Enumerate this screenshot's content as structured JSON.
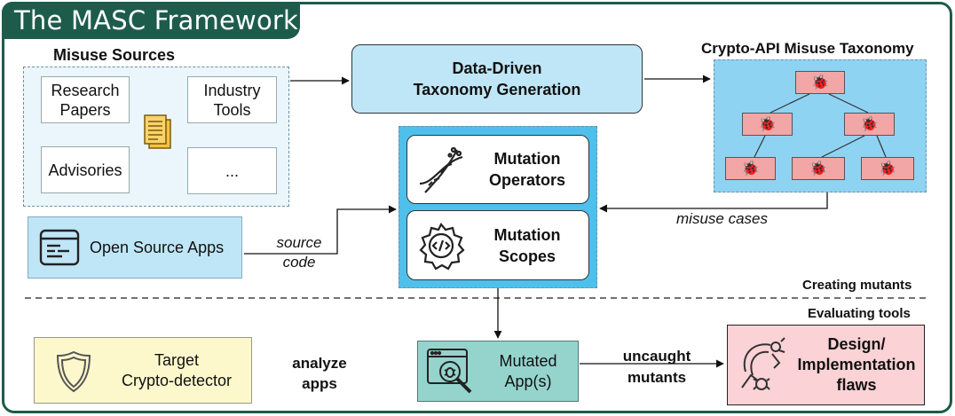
{
  "title": "The MASC Framework",
  "misuse_sources": {
    "heading": "Misuse Sources",
    "items": [
      "Research Papers",
      "Industry Tools",
      "Advisories",
      "..."
    ]
  },
  "taxonomy_generation": {
    "line1": "Data-Driven",
    "line2": "Taxonomy Generation"
  },
  "taxonomy": {
    "heading": "Crypto-API Misuse Taxonomy"
  },
  "mutation_operators": {
    "line1": "Mutation",
    "line2": "Operators"
  },
  "mutation_scopes": {
    "line1": "Mutation",
    "line2": "Scopes"
  },
  "open_source_apps": "Open Source Apps",
  "source_code": {
    "line1": "source",
    "line2": "code"
  },
  "misuse_cases": "misuse cases",
  "phase_creating": "Creating mutants",
  "phase_evaluating": "Evaluating tools",
  "target": {
    "line1": "Target",
    "line2": "Crypto-detector"
  },
  "analyze_apps": {
    "line1": "analyze",
    "line2": "apps"
  },
  "mutated_apps": {
    "line1": "Mutated",
    "line2": "App(s)"
  },
  "uncaught_mutants": {
    "line1": "uncaught",
    "line2": "mutants"
  },
  "flaws": {
    "line1": "Design/",
    "line2": "Implementation",
    "line3": "flaws"
  },
  "colors": {
    "brand_green": "#1d5c4a",
    "light_blue": "#bfe6f7",
    "sky_blue": "#8fd3f2",
    "bug_pink": "#f2a6a6",
    "yellow": "#fdf8cc",
    "teal": "#95d4cd",
    "pink": "#fbd2d6"
  },
  "icons": [
    "document-icon",
    "bug-icon",
    "dna-icon",
    "gear-code-icon",
    "terminal-window-icon",
    "shield-icon",
    "bug-search-icon",
    "robot-arm-bug-icon"
  ]
}
